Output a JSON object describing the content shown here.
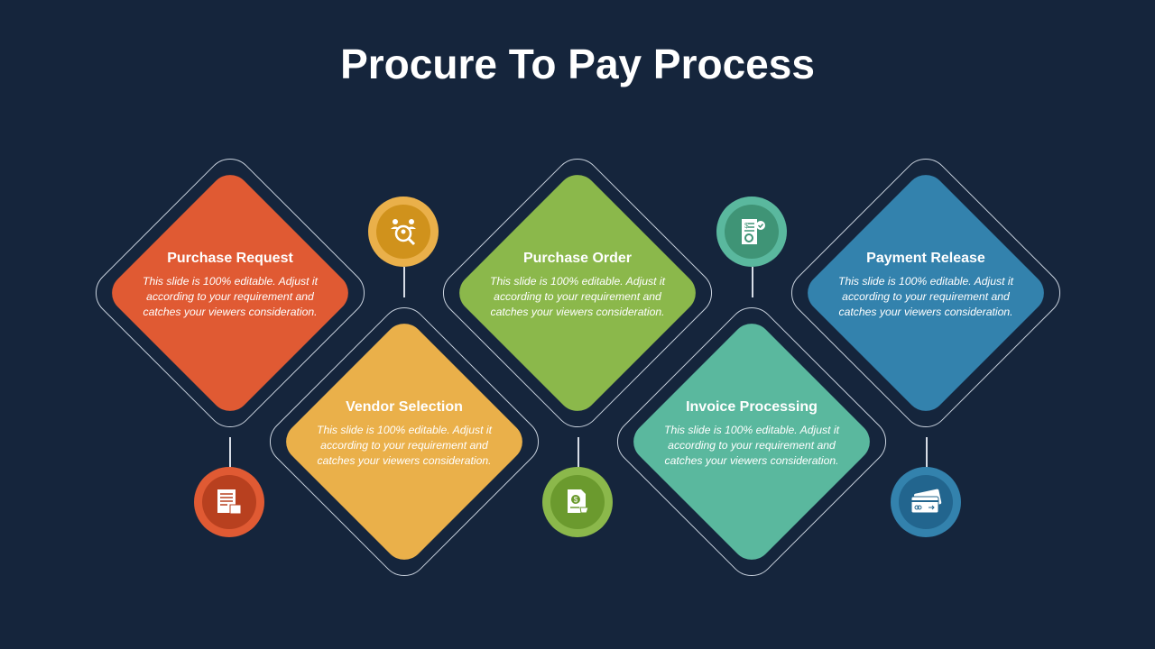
{
  "title": "Procure To Pay Process",
  "steps": [
    {
      "title": "Purchase Request",
      "text": "This slide is 100% editable. Adjust it according to your requirement and catches your viewers consideration.",
      "icon": "document-icon",
      "color": "#e05a33"
    },
    {
      "title": "Vendor Selection",
      "text": "This slide is 100% editable. Adjust it according to your requirement and catches your viewers consideration.",
      "icon": "people-search-icon",
      "color": "#eab04a"
    },
    {
      "title": "Purchase Order",
      "text": "This slide is 100% editable. Adjust it according to your requirement and catches your viewers consideration.",
      "icon": "invoice-cart-icon",
      "color": "#8bb84b"
    },
    {
      "title": "Invoice Processing",
      "text": "This slide is 100% editable. Adjust it according to your requirement and catches your viewers consideration.",
      "icon": "receipt-gear-icon",
      "color": "#5ab89e"
    },
    {
      "title": "Payment Release",
      "text": "This slide is 100% editable. Adjust it according to your requirement and catches your viewers consideration.",
      "icon": "credit-cards-icon",
      "color": "#3382ad"
    }
  ]
}
